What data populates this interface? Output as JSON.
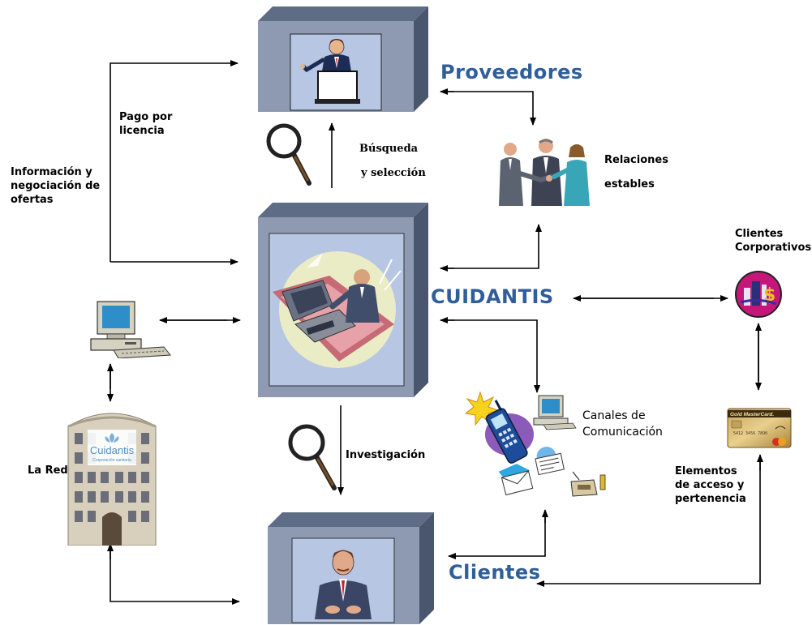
{
  "labels": {
    "proveedores": "Proveedores",
    "cuidantis": "CUIDANTIS",
    "clientes": "Clientes",
    "pago_line1": "Pago por",
    "pago_line2": "licencia",
    "info_line1": "Información y",
    "info_line2": "negociación de",
    "info_line3": "ofertas",
    "busqueda_line1": "Búsqueda",
    "busqueda_line2": "y selección",
    "relaciones_line1": "Relaciones",
    "relaciones_line2": "estables",
    "corp_line1": "Clientes",
    "corp_line2": "Corporativos",
    "canales_line1": "Canales de",
    "canales_line2": "Comunicación",
    "investigacion": "Investigación",
    "lared": "La Red",
    "elementos_line1": "Elementos",
    "elementos_line2": "de acceso y",
    "elementos_line3": "pertenencia"
  },
  "building_sign": {
    "name": "Cuidantis",
    "tagline": "Corporación sanitaria"
  },
  "card": {
    "brand": "Gold MasterCard.",
    "number": "5412 3456 7890"
  },
  "colors": {
    "box_face": "#8d9ab1",
    "box_top": "#5e6c86",
    "box_side": "#4a566d",
    "screen_bg": "#b7c6e3",
    "accent_blue": "#2f5e9a",
    "arrow": "#000000"
  }
}
